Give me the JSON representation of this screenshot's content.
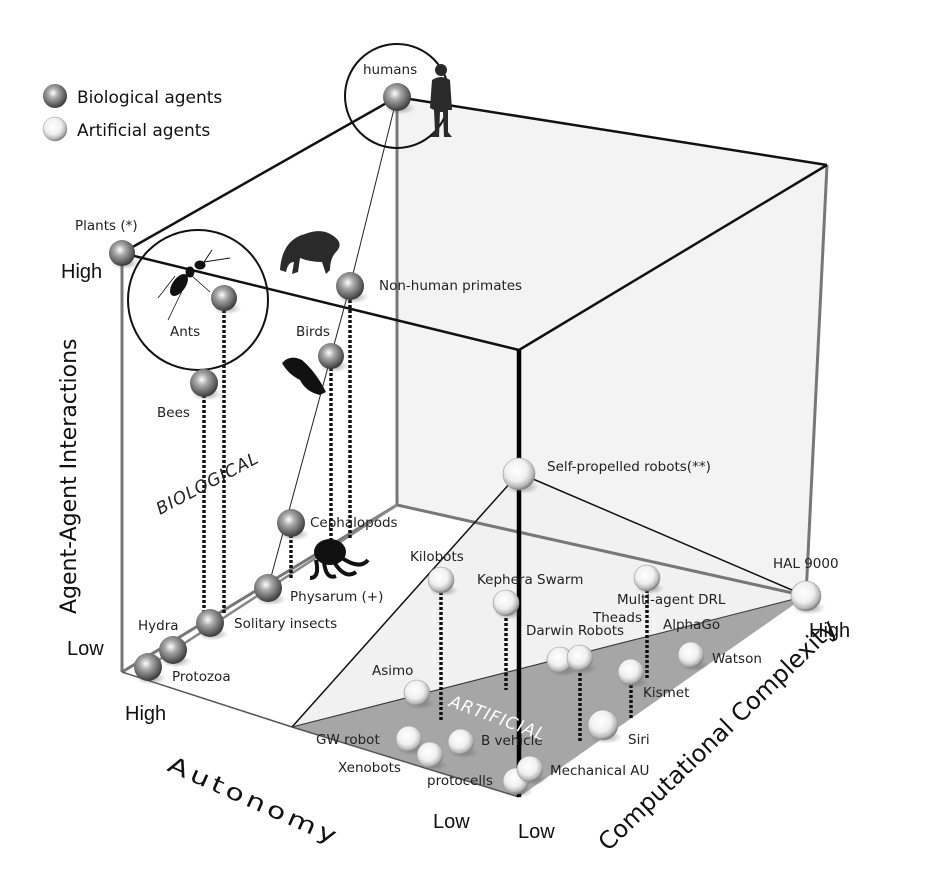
{
  "legend": {
    "biological": "Biological agents",
    "artificial": "Artificial agents"
  },
  "axes": {
    "y_title": "Agent-Agent Interactions",
    "y_high": "High",
    "y_low": "Low",
    "x_title": "Autonomy",
    "x_high": "High",
    "x_low": "Low",
    "z_title": "Computational Complexity",
    "z_low": "Low",
    "z_high": "High"
  },
  "regions": {
    "biological": "BIOLOGICAL",
    "artificial": "ARTIFICIAL"
  },
  "colors": {
    "biological_ball": "#8a8a8a",
    "artificial_ball": "#f4f4f4",
    "artificial_plane": "#a6a6a6",
    "back_faces": "#f3f3f3"
  },
  "agents": {
    "biological": [
      {
        "name": "humans",
        "silhouette": "human-silhouette-icon",
        "highlight": true
      },
      {
        "name": "Non-human primates",
        "silhouette": "chimpanzee-silhouette-icon"
      },
      {
        "name": "Plants (*)"
      },
      {
        "name": "Ants",
        "silhouette": "ant-silhouette-icon",
        "highlight": true
      },
      {
        "name": "Birds",
        "silhouette": "parrot-silhouette-icon"
      },
      {
        "name": "Bees"
      },
      {
        "name": "Cephalopods",
        "silhouette": "octopus-silhouette-icon"
      },
      {
        "name": "Physarum (+)"
      },
      {
        "name": "Solitary insects"
      },
      {
        "name": "Hydra"
      },
      {
        "name": "Protozoa"
      }
    ],
    "artificial": [
      {
        "name": "Self-propelled robots(**)"
      },
      {
        "name": "HAL 9000"
      },
      {
        "name": "Kilobots"
      },
      {
        "name": "Kephera Swarm"
      },
      {
        "name": "Multi-agent DRL"
      },
      {
        "name": "Darwin Robots"
      },
      {
        "name": "Theads"
      },
      {
        "name": "AlphaGo"
      },
      {
        "name": "Watson"
      },
      {
        "name": "Kismet"
      },
      {
        "name": "Asimo"
      },
      {
        "name": "Siri"
      },
      {
        "name": "GW robot"
      },
      {
        "name": "B vehicle"
      },
      {
        "name": "Xenobots"
      },
      {
        "name": "protocells"
      },
      {
        "name": "Mechanical AU"
      }
    ]
  }
}
